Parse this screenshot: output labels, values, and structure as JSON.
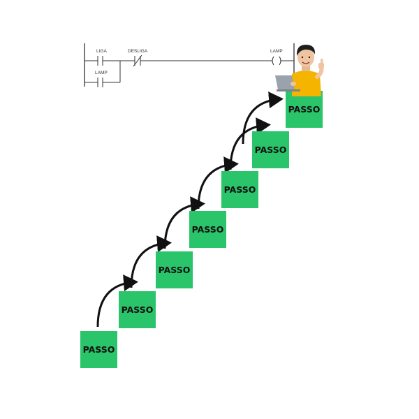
{
  "ladder": {
    "contact1": "LIGA",
    "contact2": "DESLIGA",
    "contact3": "LAMP",
    "coil": "LAMP",
    "coil_symbol": "( )"
  },
  "steps": [
    "PASSO",
    "PASSO",
    "PASSO",
    "PASSO",
    "PASSO",
    "PASSO",
    "PASSO"
  ],
  "colors": {
    "step": "#2ac46a",
    "arrow": "#111111",
    "shirt": "#f4b400"
  },
  "icons": [
    "arrow-icon",
    "person-with-laptop-thumbs-up"
  ]
}
